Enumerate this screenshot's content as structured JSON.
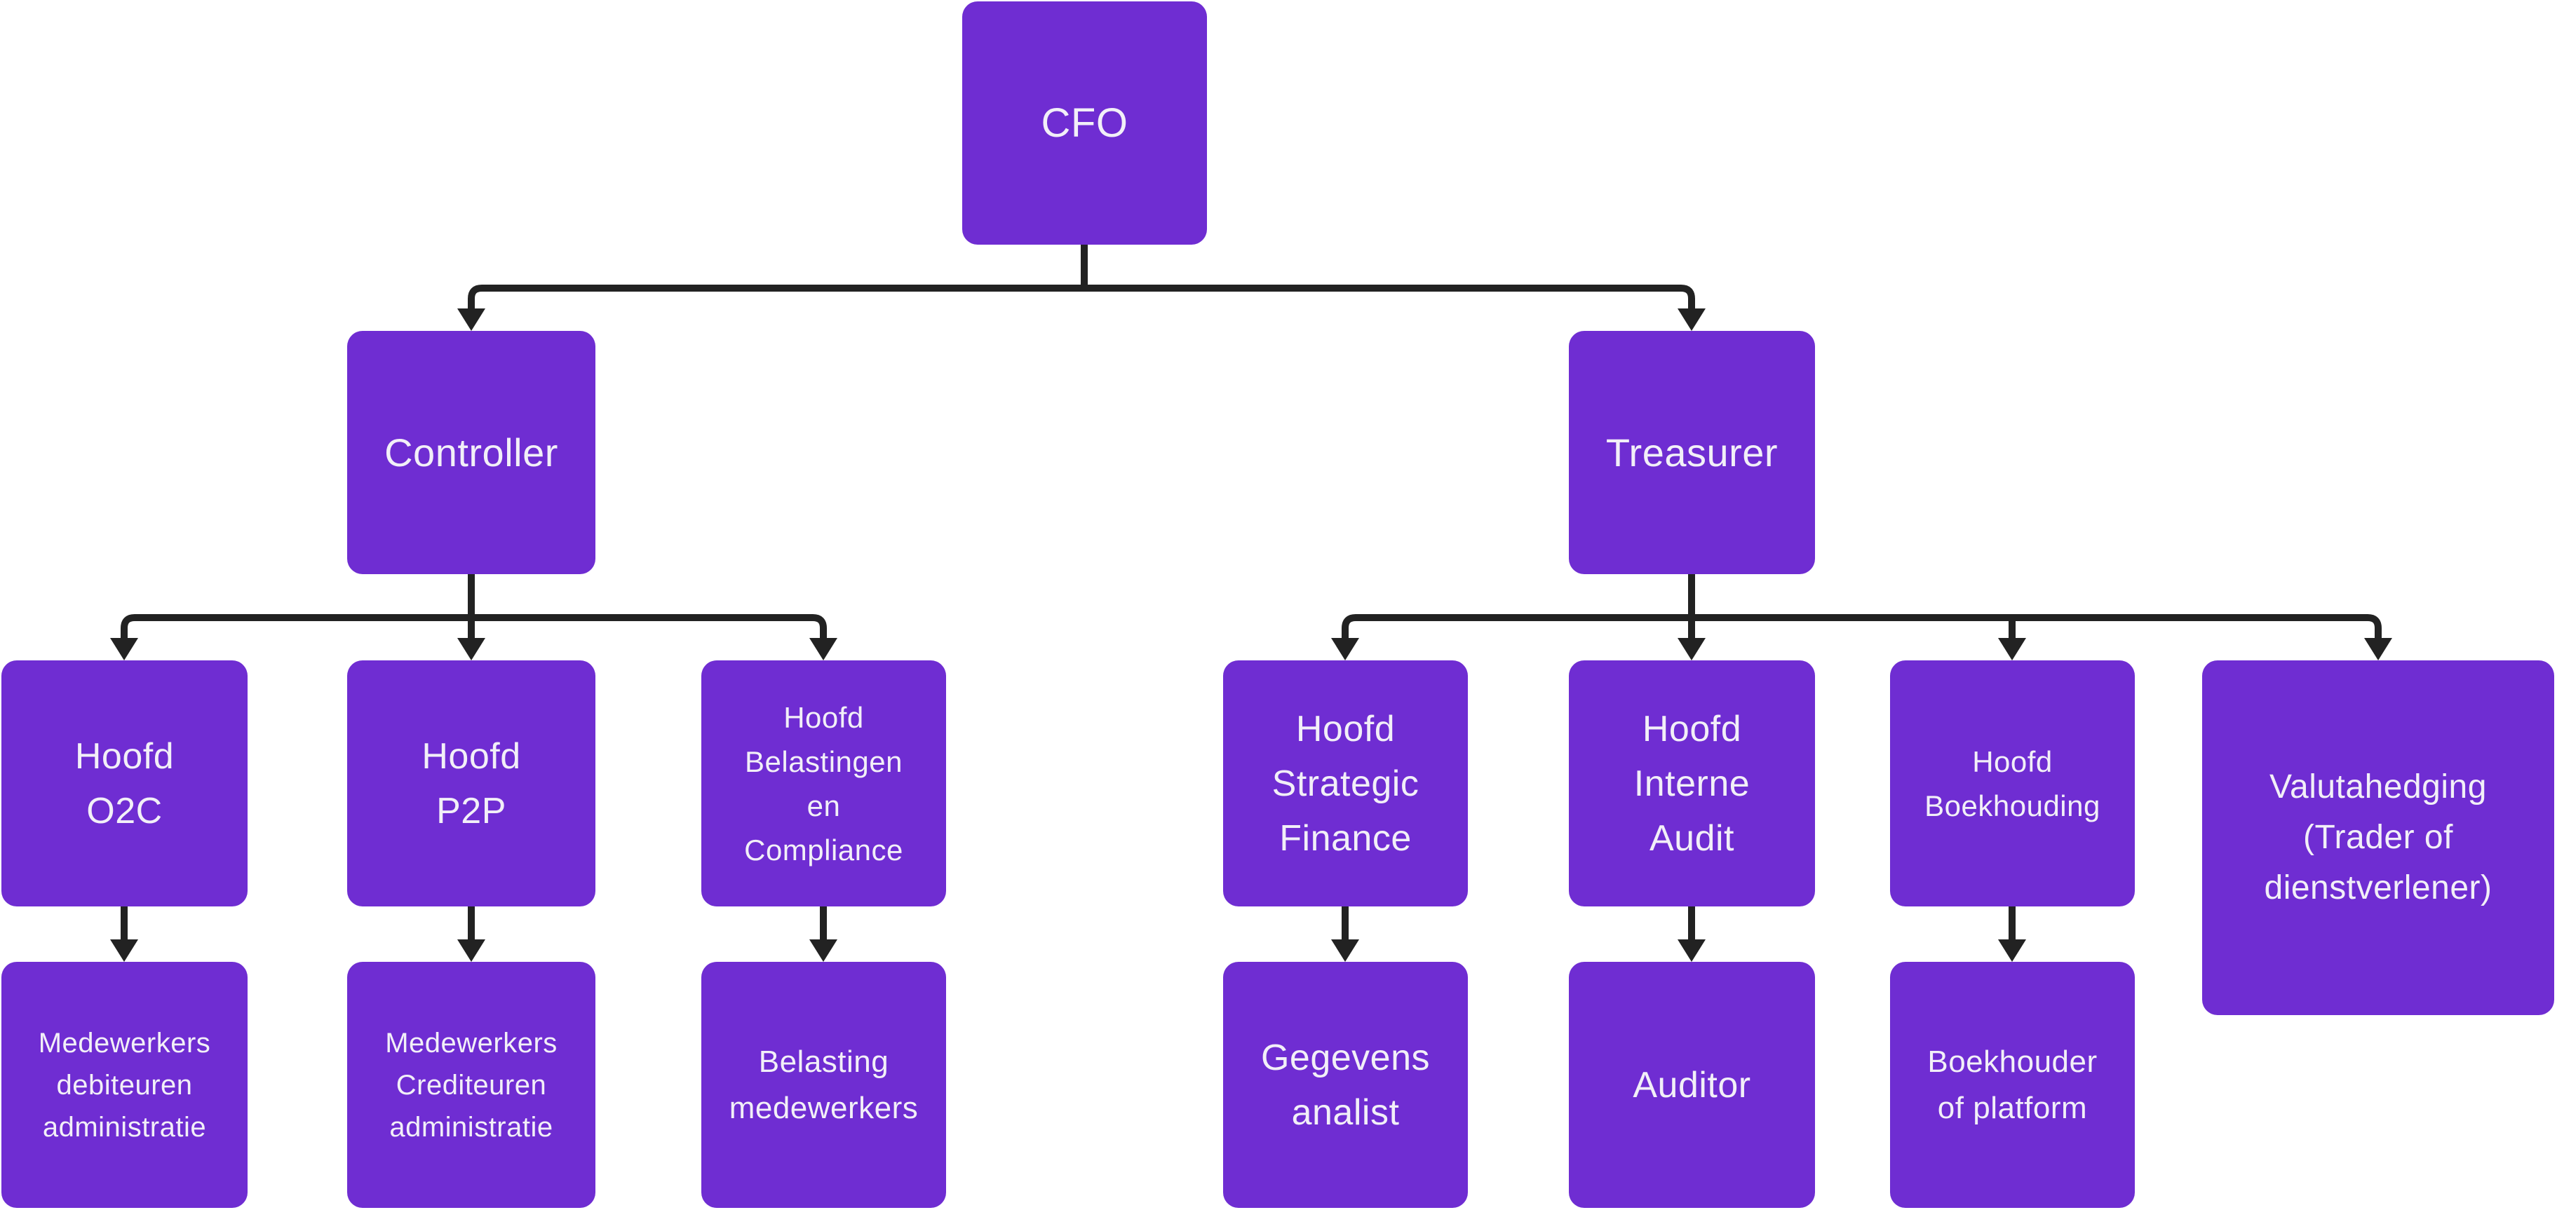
{
  "diagram": {
    "type": "org-chart",
    "colors": {
      "box_fill": "#6F2DD2",
      "box_text": "#F2EFF8",
      "connector": "#222222",
      "background": "#FFFFFF"
    },
    "nodes": [
      {
        "id": "cfo",
        "label": "CFO",
        "parent": null
      },
      {
        "id": "controller",
        "label": "Controller",
        "parent": "cfo"
      },
      {
        "id": "treasurer",
        "label": "Treasurer",
        "parent": "cfo"
      },
      {
        "id": "hoofd-o2c",
        "label": "Hoofd\nO2C",
        "parent": "controller"
      },
      {
        "id": "hoofd-p2p",
        "label": "Hoofd\nP2P",
        "parent": "controller"
      },
      {
        "id": "hoofd-belastingen-en-compliance",
        "label": "Hoofd\nBelastingen\nen\nCompliance",
        "parent": "controller"
      },
      {
        "id": "hoofd-strategic-finance",
        "label": "Hoofd\nStrategic\nFinance",
        "parent": "treasurer"
      },
      {
        "id": "hoofd-interne-audit",
        "label": "Hoofd\nInterne\nAudit",
        "parent": "treasurer"
      },
      {
        "id": "hoofd-boekhouding",
        "label": "Hoofd\nBoekhouding",
        "parent": "treasurer"
      },
      {
        "id": "valutahedging",
        "label": "Valutahedging\n(Trader of\ndienstverlener)",
        "parent": "treasurer"
      },
      {
        "id": "medewerkers-debiteuren-administratie",
        "label": "Medewerkers\ndebiteuren\nadministratie",
        "parent": "hoofd-o2c"
      },
      {
        "id": "medewerkers-crediteuren-administratie",
        "label": "Medewerkers\nCrediteuren\nadministratie",
        "parent": "hoofd-p2p"
      },
      {
        "id": "belasting-medewerkers",
        "label": "Belasting\nmedewerkers",
        "parent": "hoofd-belastingen-en-compliance"
      },
      {
        "id": "gegevens-analist",
        "label": "Gegevens\nanalist",
        "parent": "hoofd-strategic-finance"
      },
      {
        "id": "auditor",
        "label": "Auditor",
        "parent": "hoofd-interne-audit"
      },
      {
        "id": "boekhouder-of-platform",
        "label": "Boekhouder\nof platform",
        "parent": "hoofd-boekhouding"
      }
    ]
  }
}
